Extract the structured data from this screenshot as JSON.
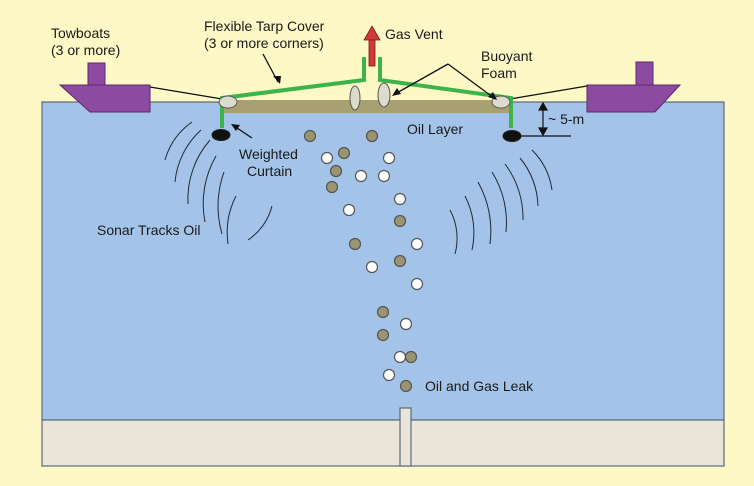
{
  "labels": {
    "towboats_line1": "Towboats",
    "towboats_line2": "(3 or more)",
    "tarp_line1": "Flexible Tarp Cover",
    "tarp_line2": "(3 or more corners)",
    "gas_vent": "Gas Vent",
    "buoyant_line1": "Buoyant",
    "buoyant_line2": "Foam",
    "oil_layer": "Oil Layer",
    "depth": "~ 5-m",
    "weighted_line1": "Weighted",
    "weighted_line2": "Curtain",
    "sonar": "Sonar Tracks Oil",
    "leak": "Oil and Gas Leak"
  },
  "colors": {
    "background": "#fdf8c6",
    "water": "#a3c4e8",
    "seabed": "#e9e6d9",
    "tarp": "#3cb44a",
    "oil_layer": "#a8a070",
    "boat": "#8c4aa0",
    "oil_bubble": "#9a9570",
    "gas_bubble": "#ffffff",
    "vent_arrow": "#d03a3a"
  }
}
